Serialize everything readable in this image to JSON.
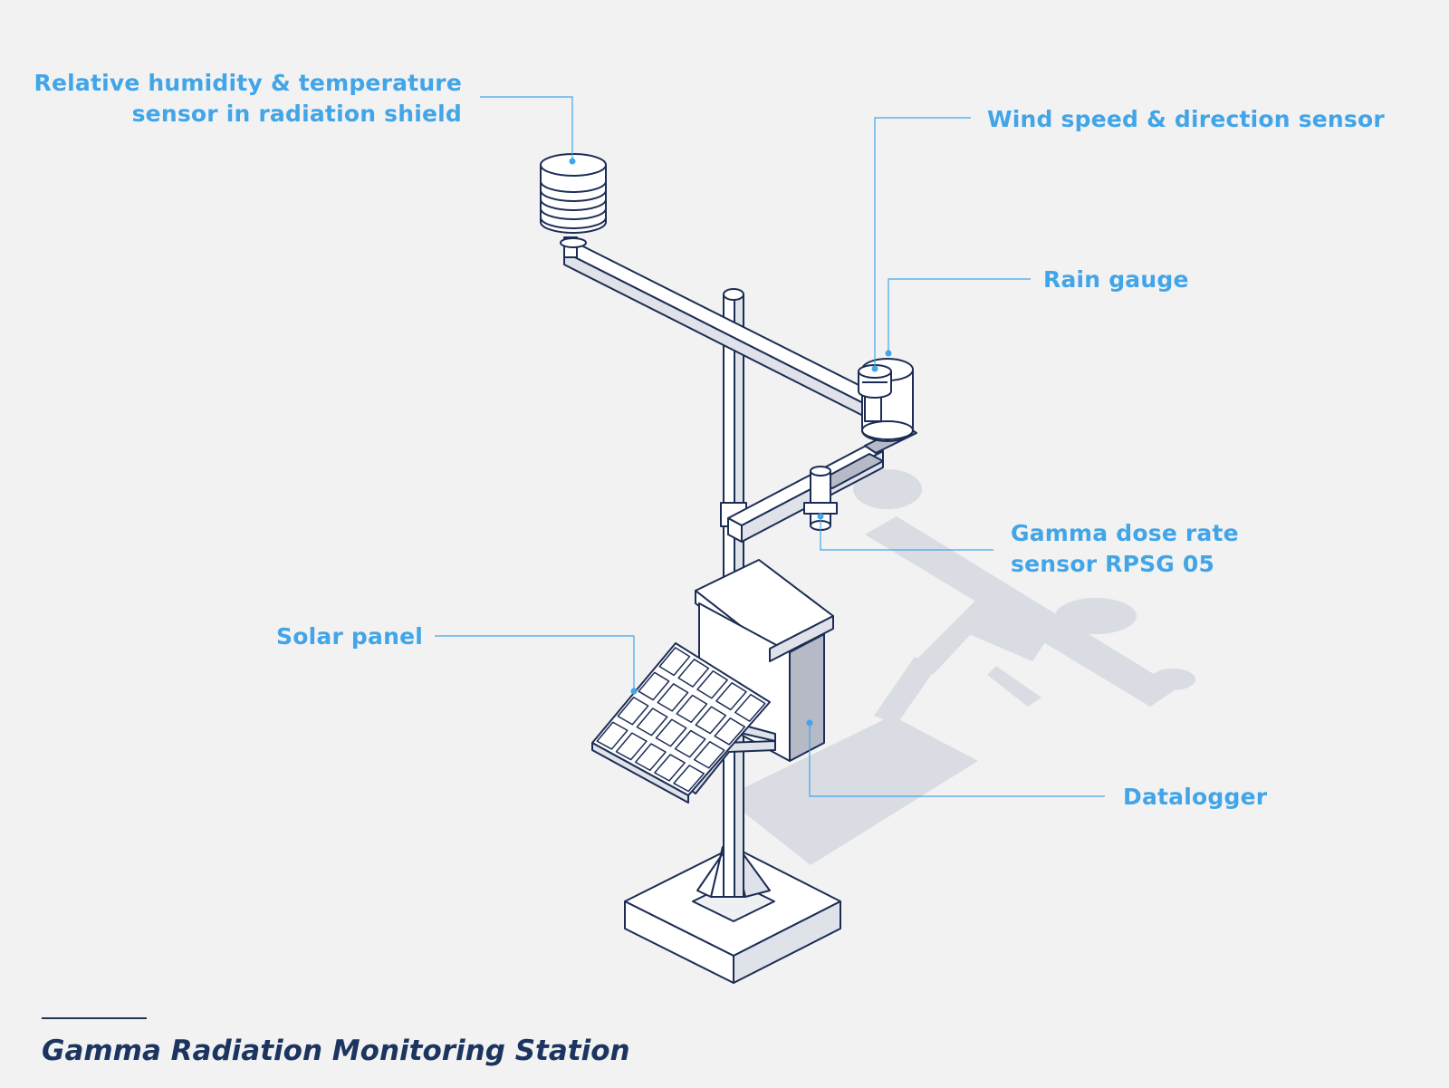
{
  "title": "Gamma Radiation Monitoring Station",
  "colors": {
    "background": "#f2f2f2",
    "outline": "#1c2d55",
    "label": "#42a5e8",
    "title": "#1c3560",
    "shadow": "#d8dbe1",
    "shade": "#b5bac6"
  },
  "labels": {
    "humidity": [
      "Relative humidity & temperature",
      "sensor in radiation shield"
    ],
    "wind": [
      "Wind speed & direction sensor"
    ],
    "rain": [
      "Rain gauge"
    ],
    "gamma": [
      "Gamma dose rate",
      "sensor RPSG 05"
    ],
    "solar": [
      "Solar panel"
    ],
    "datalogger": [
      "Datalogger"
    ]
  }
}
